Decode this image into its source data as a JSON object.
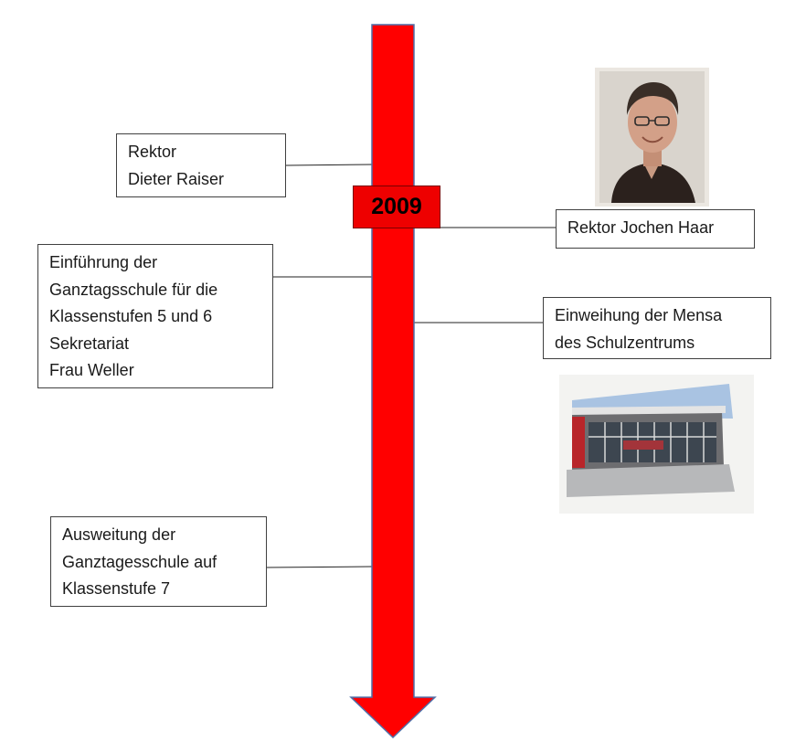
{
  "timeline": {
    "arrow_color": "#ff0000",
    "arrow_outline": "#4f6fa8",
    "year": "2009"
  },
  "events": {
    "rektor_old": [
      "Rektor",
      "Dieter Raiser"
    ],
    "ganztag_intro": [
      "Einführung der",
      "Ganztagsschule für die",
      "Klassenstufen 5 und 6",
      "Sekretariat",
      "Frau Weller"
    ],
    "ganztag_extension": [
      "Ausweitung der",
      "Ganztagesschule auf",
      "Klassenstufe 7"
    ],
    "rektor_new": [
      "Rektor Jochen Haar"
    ],
    "mensa": [
      "Einweihung der Mensa",
      "des Schulzentrums"
    ]
  },
  "images": {
    "portrait": "photo of Rektor Jochen Haar",
    "mensa": "photo of the Mensa building"
  }
}
